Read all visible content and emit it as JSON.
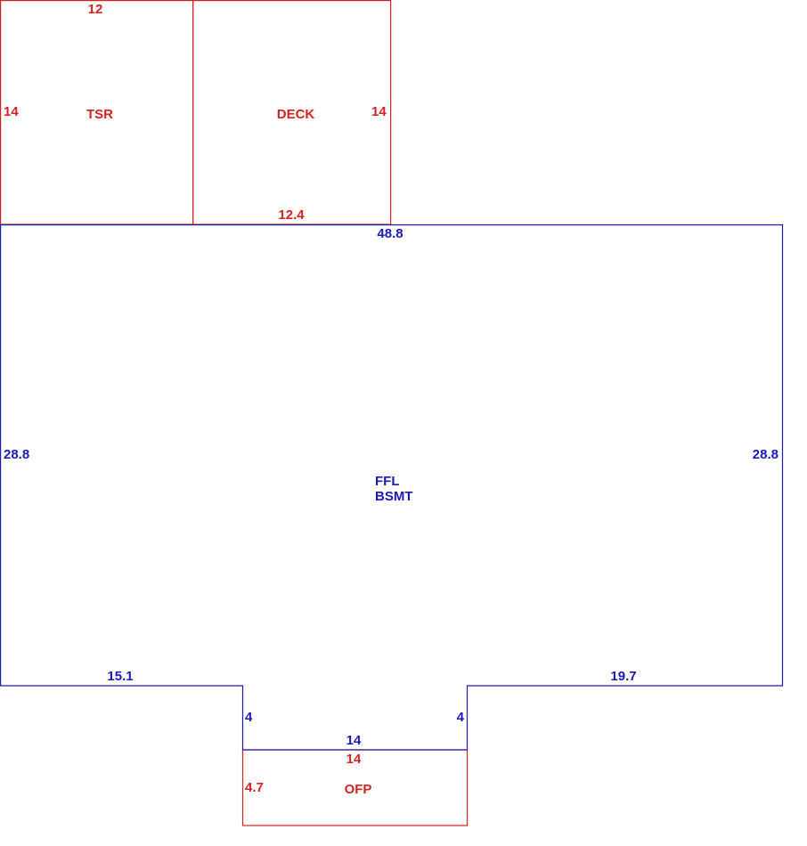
{
  "colors": {
    "red": "#d22222",
    "blue": "#1a1ab4"
  },
  "areas": {
    "tsr": {
      "name": "TSR",
      "top": "12",
      "left": "14"
    },
    "deck": {
      "name": "DECK",
      "right": "14",
      "bottom": "12.4"
    },
    "main": {
      "name_line1": "FFL",
      "name_line2": "BSMT",
      "top": "48.8",
      "left": "28.8",
      "right": "28.8",
      "bottom_left": "15.1",
      "bottom_right": "19.7",
      "notch_left": "4",
      "notch_right": "4",
      "notch_bottom": "14"
    },
    "ofp": {
      "name": "OFP",
      "top": "14",
      "left": "4.7"
    }
  }
}
